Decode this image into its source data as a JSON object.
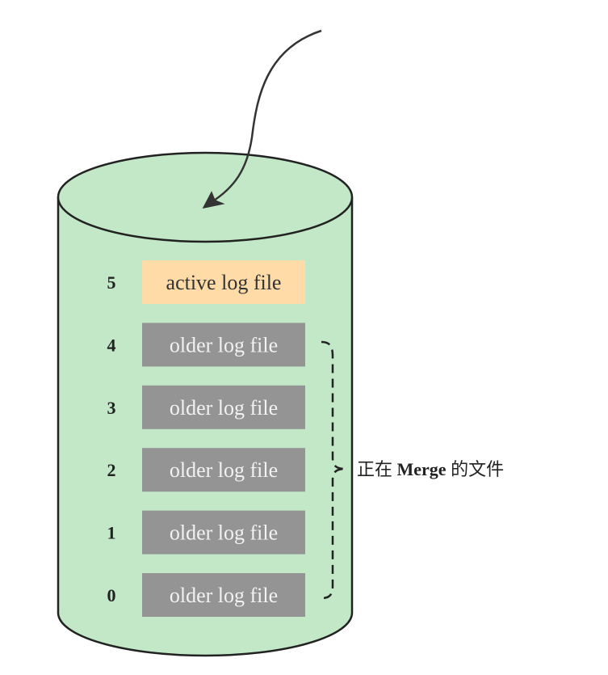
{
  "colors": {
    "cylinder_fill": "#c2e8c8",
    "cylinder_stroke": "#222222",
    "active_file_fill": "#ffdba8",
    "older_file_fill": "#949494",
    "active_text": "#333333",
    "older_text": "#f2f2f2"
  },
  "files": [
    {
      "index": "5",
      "label": "active log file",
      "kind": "active"
    },
    {
      "index": "4",
      "label": "older log file",
      "kind": "older"
    },
    {
      "index": "3",
      "label": "older log file",
      "kind": "older"
    },
    {
      "index": "2",
      "label": "older log file",
      "kind": "older"
    },
    {
      "index": "1",
      "label": "older log file",
      "kind": "older"
    },
    {
      "index": "0",
      "label": "older log file",
      "kind": "older"
    }
  ],
  "bracket_note": {
    "prefix": "正在 ",
    "bold": "Merge",
    "suffix": " 的文件"
  }
}
